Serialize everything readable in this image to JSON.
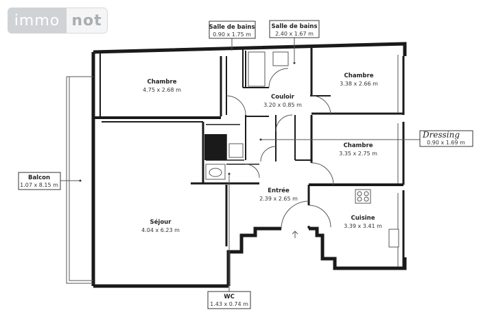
{
  "logo": {
    "part1": "immo",
    "part2": "not"
  },
  "rooms": {
    "chambre1": {
      "name": "Chambre",
      "dim": "4.75 x 2.68 m"
    },
    "chambre2": {
      "name": "Chambre",
      "dim": "3.38 x 2.66 m"
    },
    "couloir": {
      "name": "Couloir",
      "dim": "3.20 x 0.85 m"
    },
    "chambre3": {
      "name": "Chambre",
      "dim": "3.35 x 2.75 m"
    },
    "entree": {
      "name": "Entrée",
      "dim": "2.39 x 2.65 m"
    },
    "sejour": {
      "name": "Séjour",
      "dim": "4.04 x 6.23 m"
    },
    "cuisine": {
      "name": "Cuisine",
      "dim": "3.39 x 3.41 m"
    }
  },
  "callouts": {
    "sdb1": {
      "name": "Salle de bains",
      "dim": "0.90 x 1.75 m"
    },
    "sdb2": {
      "name": "Salle de bains",
      "dim": "2.40 x 1.67 m"
    },
    "dressing": {
      "name": "Dressing",
      "dim": "0.90 x 1.69 m"
    },
    "balcon": {
      "name": "Balcon",
      "dim": "1.07 x 8.15 m"
    },
    "wc": {
      "name": "WC",
      "dim": "1.43 x 0.74 m"
    }
  },
  "colors": {
    "wall": "#1a1a1a",
    "thin_line": "#555555",
    "logo_grey": "#cfd3d6"
  }
}
